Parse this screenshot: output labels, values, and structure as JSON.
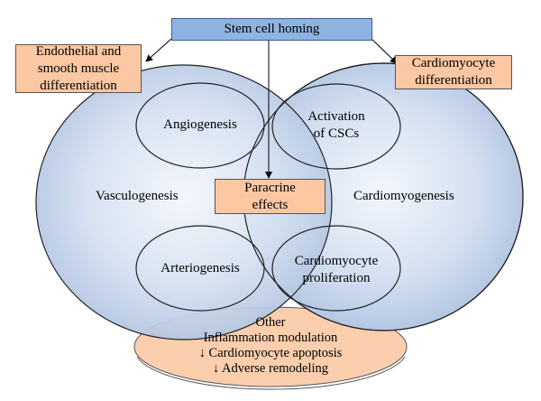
{
  "top": {
    "title": "Stem cell homing"
  },
  "left_box": {
    "line1": "Endothelial and",
    "line2": "smooth muscle",
    "line3": "differentiation"
  },
  "right_box": {
    "line1": "Cardiomyocyte",
    "line2": "differentiation"
  },
  "center_box": {
    "line1": "Paracrine",
    "line2": "effects"
  },
  "left_circle": {
    "label": "Vasculogenesis",
    "top_oval": "Angiogenesis",
    "bottom_oval": "Arteriogenesis"
  },
  "right_circle": {
    "label": "Cardiomyogenesis",
    "top_oval": {
      "line1": "Activation",
      "line2": "of CSCs"
    },
    "bottom_oval": {
      "line1": "Cardiomyocyte",
      "line2": "proliferation"
    }
  },
  "bottom_ellipse": {
    "line1": "Other",
    "line2": "Inflammation modulation",
    "line3": "↓ Cardiomyocyte apoptosis",
    "line4": "↓ Adverse remodeling"
  },
  "colors": {
    "sphere_light": "#eef3fb",
    "sphere_dark": "#a9bedd",
    "top_box": "#8fb3e0",
    "orange": "#fbc8a3",
    "bottom_fill": "#fbcfae"
  }
}
